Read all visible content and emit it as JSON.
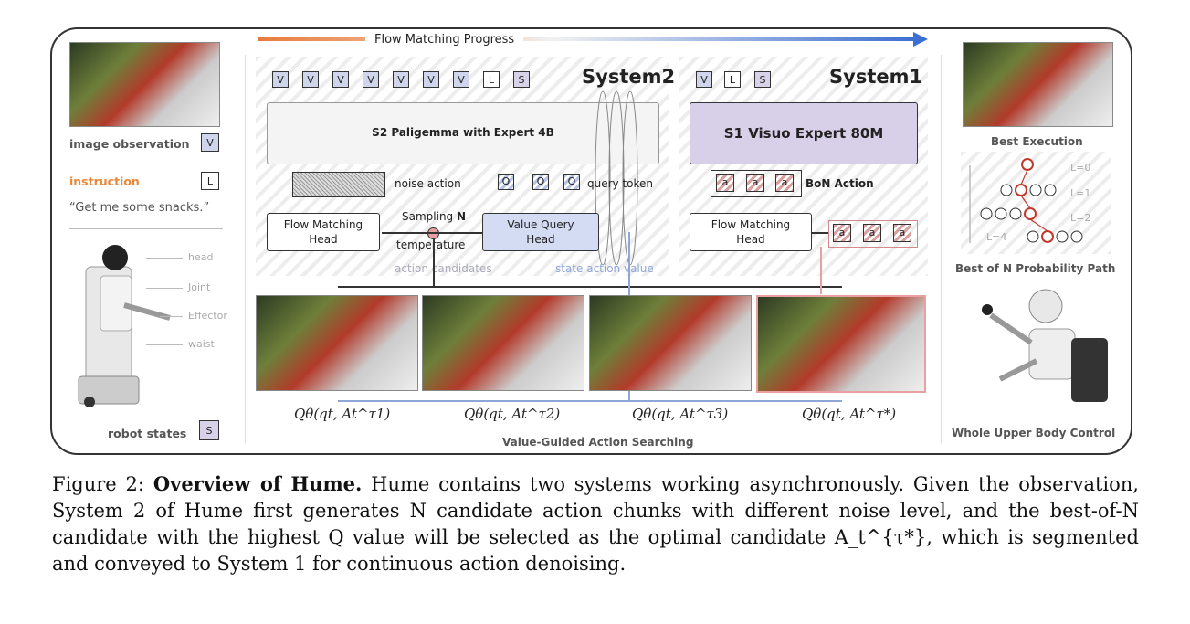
{
  "progress_label": "Flow Matching Progress",
  "left": {
    "image_observation": "image observation",
    "image_token": "V",
    "instruction": "instruction",
    "instruction_token": "L",
    "instruction_text": "“Get me some snacks.”",
    "robot_parts": [
      "head",
      "Joint",
      "Effector",
      "waist"
    ],
    "robot_states": "robot states",
    "state_token": "S"
  },
  "system2": {
    "title": "System2",
    "tokens": [
      "V",
      "V",
      "V",
      "V",
      "V",
      "V",
      "V",
      "L",
      "S"
    ],
    "model_label": "S2 Paligemma with Expert 4B",
    "noise_action": "noise action",
    "query_tokens": [
      "Q",
      "Q",
      "Q"
    ],
    "query_token": "query token",
    "flow_head": "Flow Matching Head",
    "sampling": "Sampling",
    "sampling_n": "N",
    "temperature": "temperature",
    "value_head": "Value Query Head",
    "action_candidates": "action candidates",
    "state_action_value": "state action value"
  },
  "system1": {
    "title": "System1",
    "tokens": [
      "V",
      "L",
      "S"
    ],
    "model_label": "S1 Visuo Expert 80M",
    "action_tokens": [
      "a",
      "a",
      "a"
    ],
    "bon_action": "BoN Action",
    "flow_head": "Flow Matching Head",
    "output_tokens": [
      "a",
      "a",
      "a"
    ]
  },
  "q_values": [
    "Qθ(qt, At^τ1)",
    "Qθ(qt, At^τ2)",
    "Qθ(qt, At^τ3)",
    "Qθ(qt, At^τ*)"
  ],
  "value_search_label": "Value-Guided Action Searching",
  "right": {
    "best_execution": "Best Execution",
    "tree_levels": [
      "L=0",
      "L=1",
      "L=2",
      "L=4"
    ],
    "best_of_n": "Best of N Probability Path",
    "whole_body": "Whole Upper Body Control"
  },
  "caption": {
    "label": "Figure 2:",
    "bold": "Overview of Hume.",
    "text": "Hume contains two systems working asynchronously. Given the observation, System 2 of Hume first generates N candidate action chunks with different noise level, and the best-of-N candidate with the highest Q value will be selected as the optimal candidate A_t^{τ*}, which is segmented and conveyed to System 1 for continuous action denoising."
  },
  "colors": {
    "token_blue": "#cfd6ec",
    "system1_purple": "#d8cfe8",
    "value_blue": "#d3dcf2",
    "accent_orange": "#e8883a",
    "highlight_red": "#c0392b"
  }
}
